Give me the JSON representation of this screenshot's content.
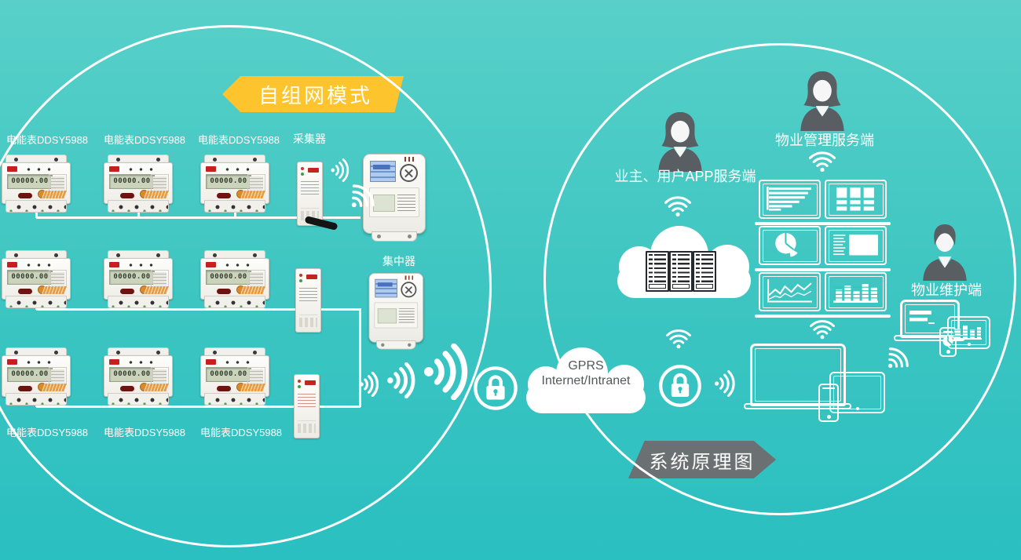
{
  "scene": {
    "bg_top_color": "#58D0C9",
    "bg_bottom_color": "#2ABFC1",
    "circle_outline_color": "#FFFFFF"
  },
  "left_group": {
    "banner": {
      "label": "自组网模式",
      "bg_color": "#FEC42D"
    },
    "meter": {
      "label": "电能表DDSY5988",
      "display_value": "00000.00",
      "count": 9
    },
    "collector": {
      "label": "采集器",
      "count": 3
    },
    "concentrator": {
      "label": "集中器",
      "count": 2
    }
  },
  "backbone": {
    "cloud": {
      "line1": "GPRS",
      "line2": "Internet/Intranet",
      "text_color": "#55575A"
    },
    "lock_icon_count": 2,
    "wifi_icon": "wifi-signal"
  },
  "right_group": {
    "banner": {
      "label": "系统原理图",
      "bg_color": "#6B7073"
    },
    "roles": {
      "owner_app": "业主、用户APP服务端",
      "property_mgmt": "物业管理服务端",
      "property_maint": "物业维护端"
    },
    "server_cloud": {
      "rack_count": 3
    },
    "monitor_wall": {
      "screens": [
        "horizontal-bar-chart",
        "block-grid",
        "pie-chart",
        "report-document",
        "line-chart",
        "vertical-bar-chart"
      ]
    },
    "person_color": "#595E62"
  }
}
